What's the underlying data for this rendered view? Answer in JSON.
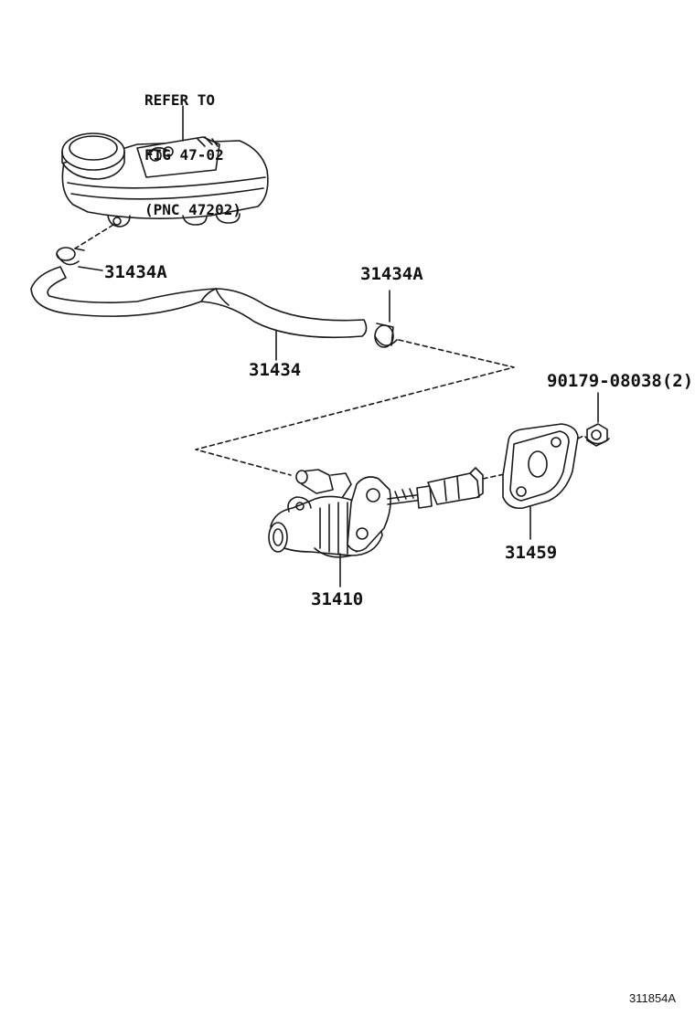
{
  "diagram": {
    "reference_note": [
      "REFER TO",
      "FIG 47-02",
      "(PNC 47202)"
    ],
    "parts": {
      "clip_left": "31434A",
      "clip_right": "31434A",
      "hose": "31434",
      "nut": "90179-08038(2)",
      "gasket": "31459",
      "master_cylinder": "31410"
    },
    "figure_id": "311854A"
  },
  "colors": {
    "line": "#1a1a1a",
    "background": "#ffffff"
  }
}
